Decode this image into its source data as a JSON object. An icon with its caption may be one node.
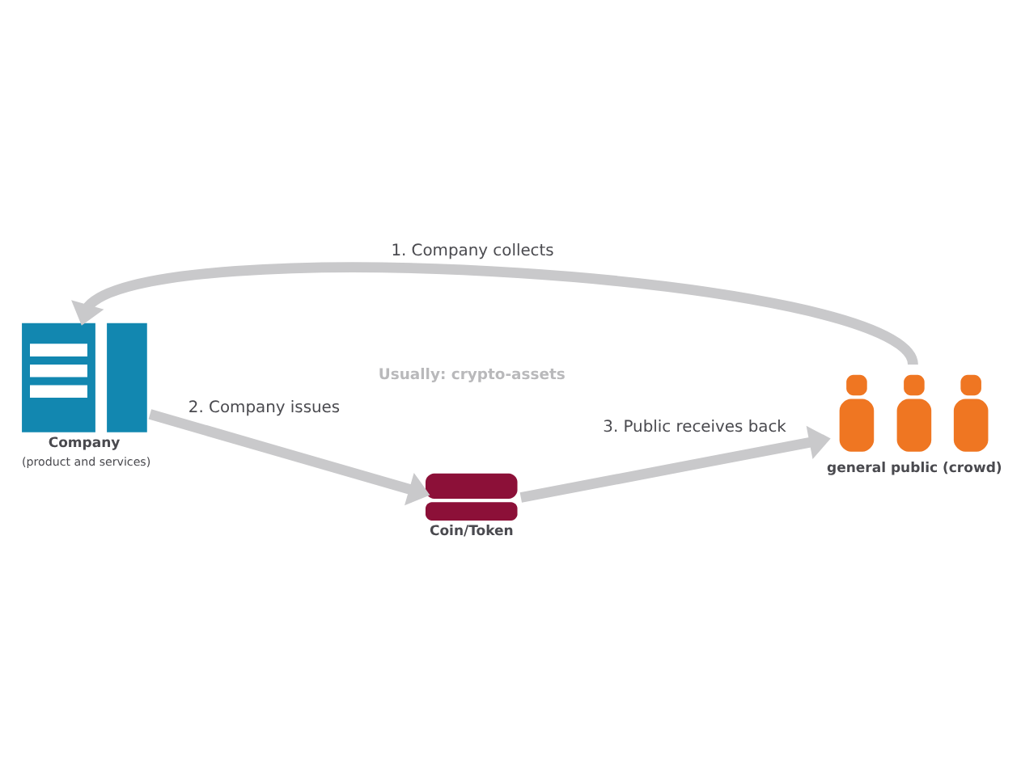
{
  "diagram": {
    "nodes": [
      {
        "text": [
          "Company",
          "(product and services)"
        ]
      },
      {
        "text": [
          "Coin/Token"
        ]
      },
      {
        "text": [
          "general public (crowd)"
        ]
      }
    ],
    "edges": [
      {
        "from": 2,
        "to": 0,
        "arrow": "to",
        "label": "1. Company collects"
      },
      {
        "from": 0,
        "to": 1,
        "arrow": "to",
        "label": "2. Company issues"
      },
      {
        "from": 1,
        "to": 2,
        "arrow": "to",
        "label": "3. Public receives back"
      }
    ],
    "labels": [
      "Usually: crypto-assets"
    ]
  }
}
